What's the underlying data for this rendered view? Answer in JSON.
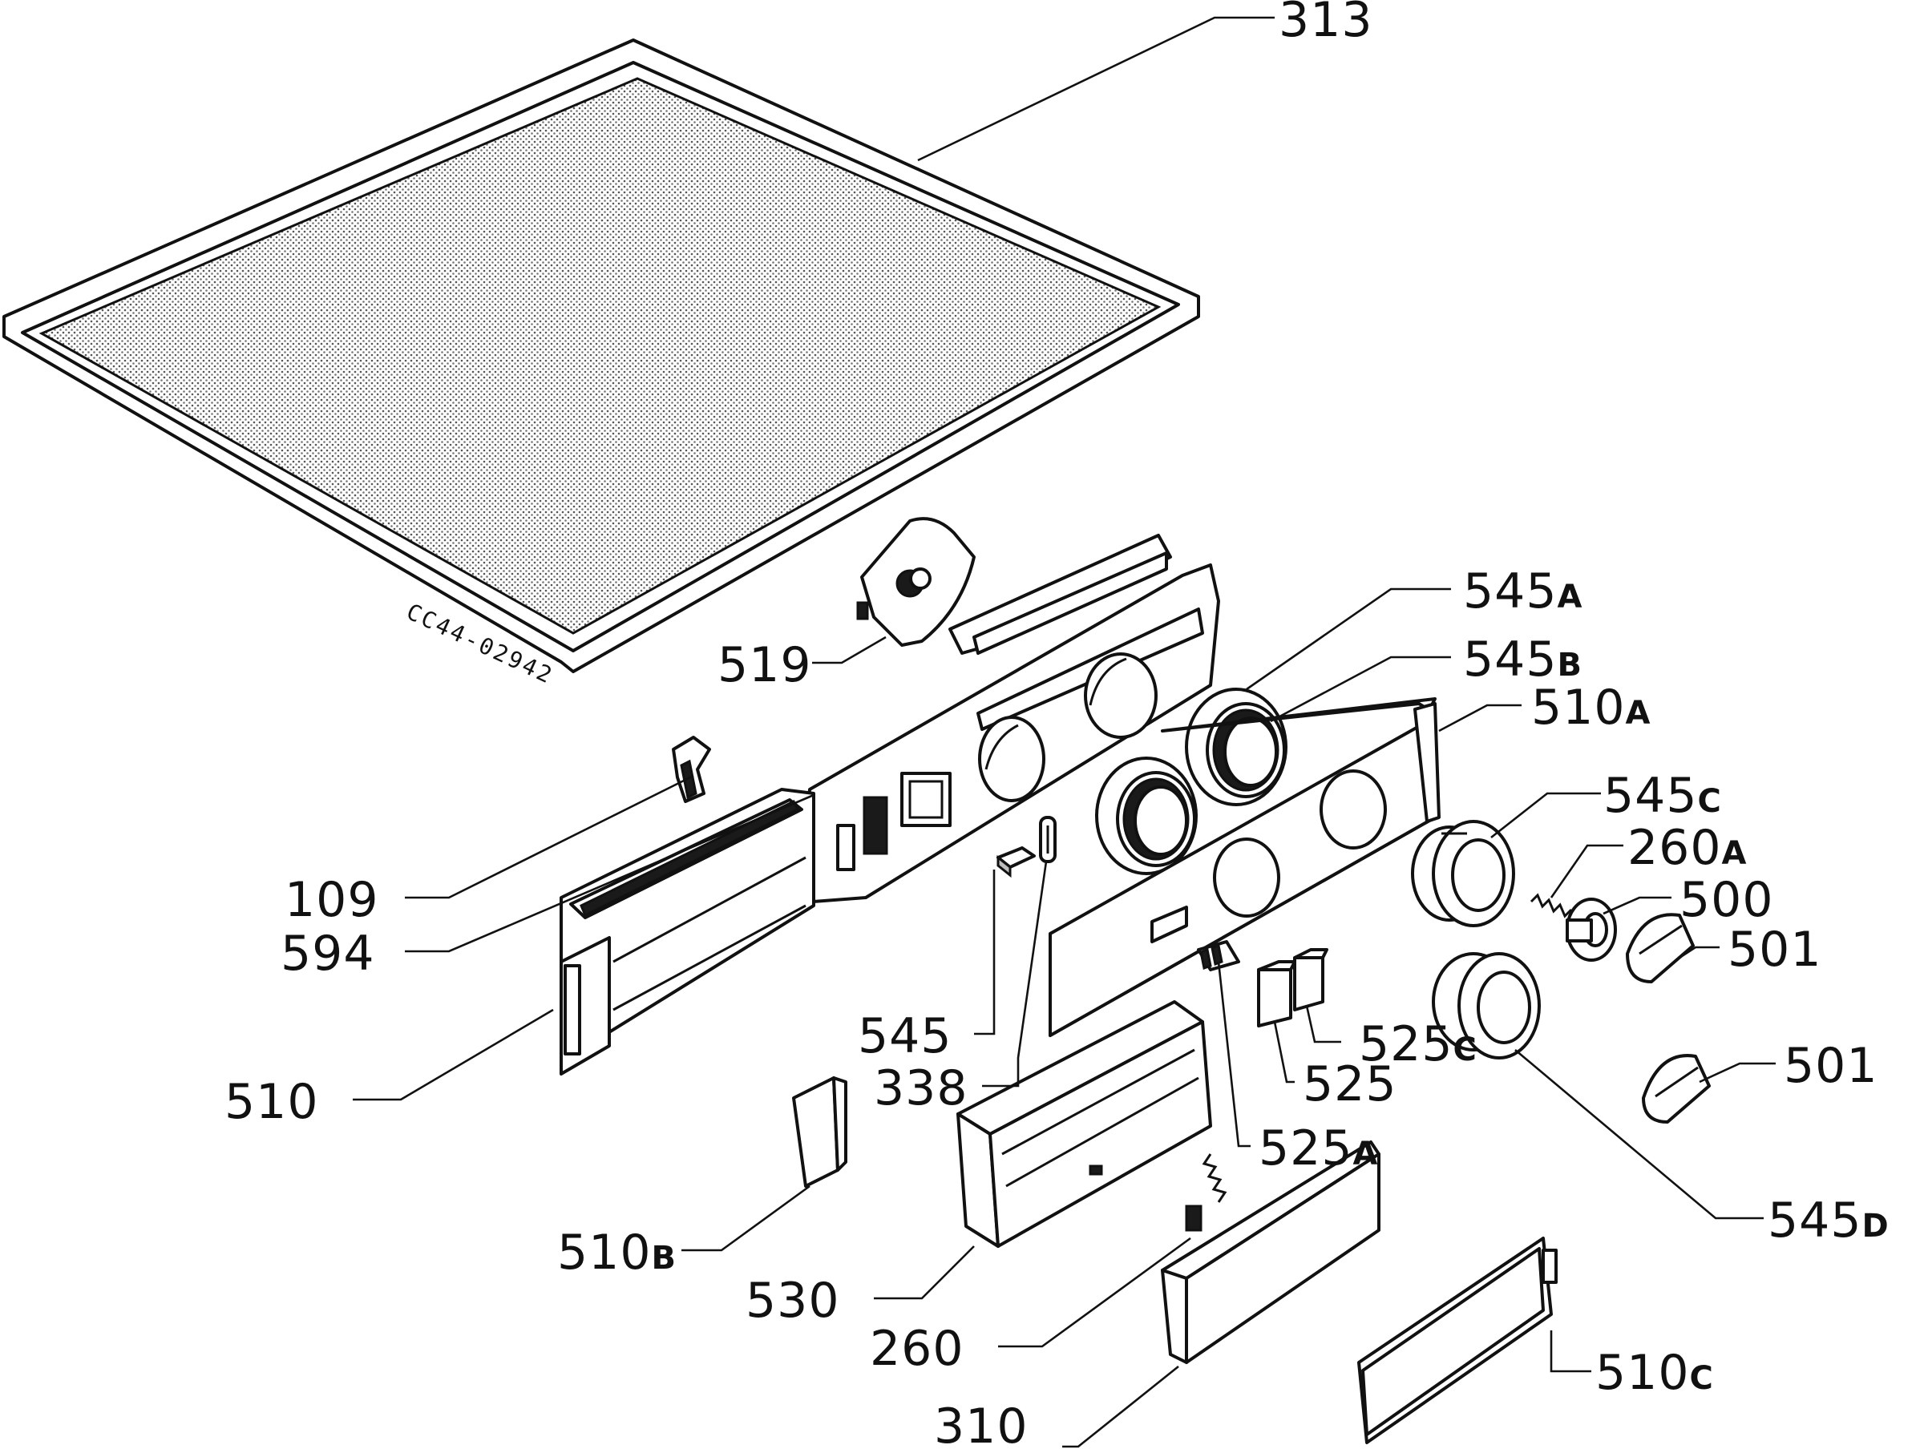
{
  "stamp": "CC44-02942",
  "labels": {
    "l313": {
      "num": "313",
      "suf": ""
    },
    "l545a": {
      "num": "545",
      "suf": "A"
    },
    "l545b": {
      "num": "545",
      "suf": "B"
    },
    "l510a": {
      "num": "510",
      "suf": "A"
    },
    "l519": {
      "num": "519",
      "suf": ""
    },
    "l545c": {
      "num": "545",
      "suf": "C"
    },
    "l260a": {
      "num": "260",
      "suf": "A"
    },
    "l500": {
      "num": "500",
      "suf": ""
    },
    "l501a": {
      "num": "501",
      "suf": ""
    },
    "l109": {
      "num": "109",
      "suf": ""
    },
    "l594": {
      "num": "594",
      "suf": ""
    },
    "l545": {
      "num": "545",
      "suf": ""
    },
    "l525c": {
      "num": "525",
      "suf": "C"
    },
    "l338": {
      "num": "338",
      "suf": ""
    },
    "l510": {
      "num": "510",
      "suf": ""
    },
    "l525": {
      "num": "525",
      "suf": ""
    },
    "l501b": {
      "num": "501",
      "suf": ""
    },
    "l525a": {
      "num": "525",
      "suf": "A"
    },
    "l545d": {
      "num": "545",
      "suf": "D"
    },
    "l510b": {
      "num": "510",
      "suf": "B"
    },
    "l530": {
      "num": "530",
      "suf": ""
    },
    "l260": {
      "num": "260",
      "suf": ""
    },
    "l510c": {
      "num": "510",
      "suf": "C"
    },
    "l310": {
      "num": "310",
      "suf": ""
    }
  }
}
